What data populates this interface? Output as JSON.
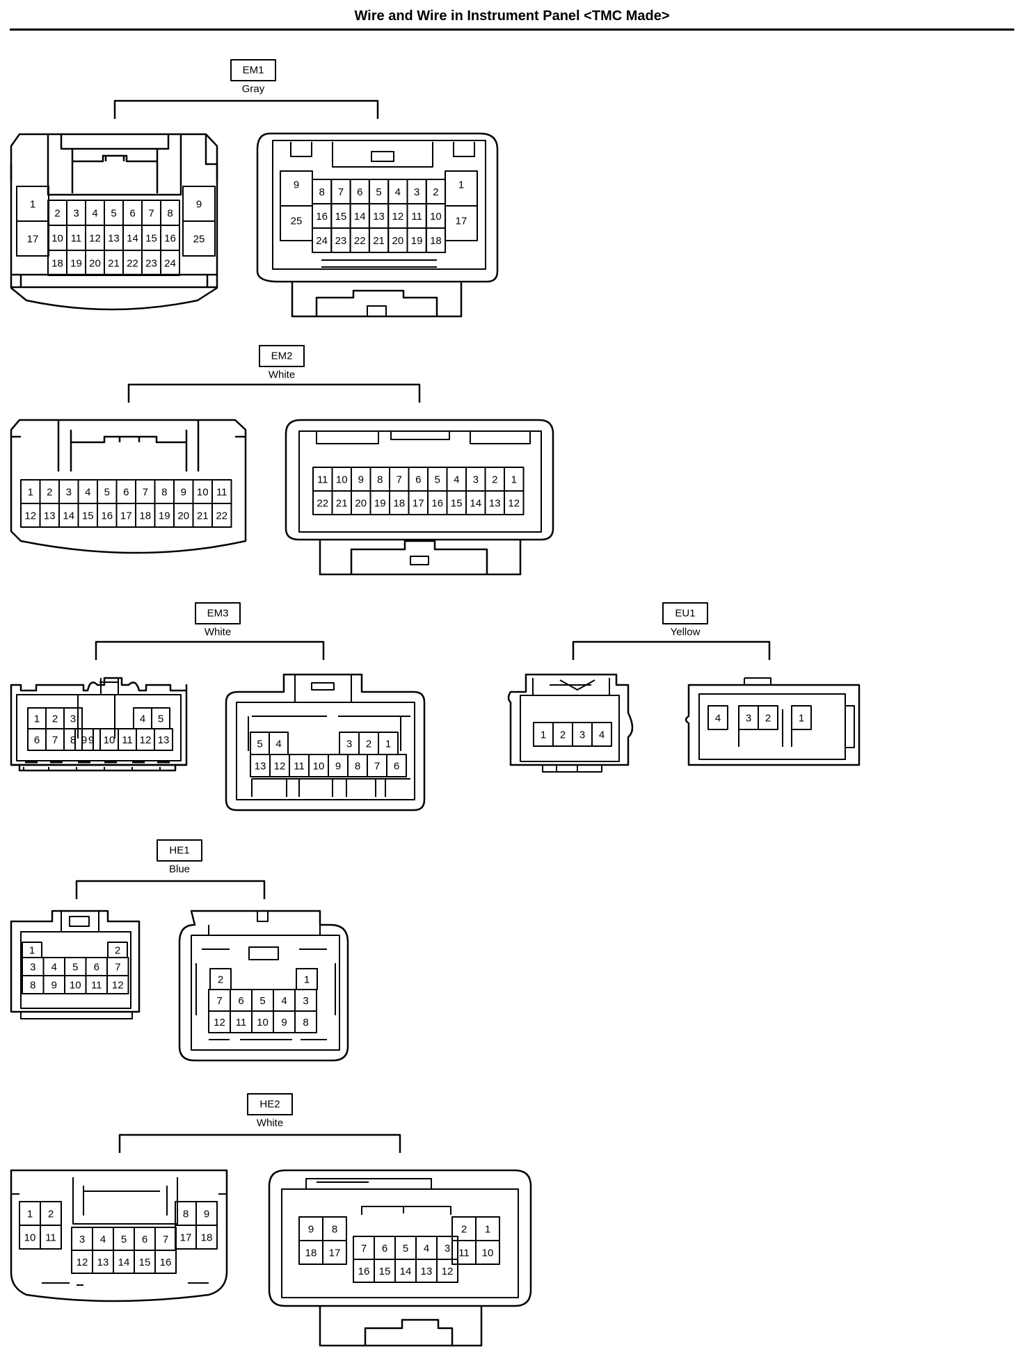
{
  "title": "Wire and Wire in Instrument Panel <TMC Made>",
  "connectors": [
    {
      "code": "EM1",
      "color": "Gray"
    },
    {
      "code": "EM2",
      "color": "White"
    },
    {
      "code": "EM3",
      "color": "White"
    },
    {
      "code": "EU1",
      "color": "Yellow"
    },
    {
      "code": "HE1",
      "color": "Blue"
    },
    {
      "code": "HE2",
      "color": "White"
    }
  ],
  "pins": {
    "em1_left": {
      "big": [
        [
          "1",
          "17"
        ],
        [
          "9",
          "25"
        ]
      ],
      "rows": [
        [
          "2",
          "3",
          "4",
          "5",
          "6",
          "7",
          "8"
        ],
        [
          "10",
          "11",
          "12",
          "13",
          "14",
          "15",
          "16"
        ],
        [
          "18",
          "19",
          "20",
          "21",
          "22",
          "23",
          "24"
        ]
      ]
    },
    "em1_right": {
      "big": [
        [
          "9",
          "25"
        ],
        [
          "1",
          "17"
        ]
      ],
      "rows": [
        [
          "8",
          "7",
          "6",
          "5",
          "4",
          "3",
          "2"
        ],
        [
          "16",
          "15",
          "14",
          "13",
          "12",
          "11",
          "10"
        ],
        [
          "24",
          "23",
          "22",
          "21",
          "20",
          "19",
          "18"
        ]
      ]
    },
    "em2_left": {
      "rows": [
        [
          "1",
          "2",
          "3",
          "4",
          "5",
          "6",
          "7",
          "8",
          "9",
          "10",
          "11"
        ],
        [
          "12",
          "13",
          "14",
          "15",
          "16",
          "17",
          "18",
          "19",
          "20",
          "21",
          "22"
        ]
      ]
    },
    "em2_right": {
      "rows": [
        [
          "11",
          "10",
          "9",
          "8",
          "7",
          "6",
          "5",
          "4",
          "3",
          "2",
          "1"
        ],
        [
          "22",
          "21",
          "20",
          "19",
          "18",
          "17",
          "16",
          "15",
          "14",
          "13",
          "12"
        ]
      ]
    },
    "em3_left": {
      "top_left": [
        "1",
        "2",
        "3"
      ],
      "top_right": [
        "4",
        "5"
      ],
      "bottom": [
        "6",
        "7",
        "8",
        "9",
        "10",
        "11",
        "12",
        "13"
      ]
    },
    "em3_right": {
      "top_left": [
        "5",
        "4"
      ],
      "top_right": [
        "3",
        "2",
        "1"
      ],
      "bottom": [
        "13",
        "12",
        "11",
        "10",
        "9",
        "8",
        "7",
        "6"
      ]
    },
    "eu1_left": [
      "1",
      "2",
      "3",
      "4"
    ],
    "eu1_right": [
      "4",
      "3",
      "2",
      "1"
    ],
    "he1_left": {
      "top": [
        "1",
        "2"
      ],
      "rows": [
        [
          "3",
          "4",
          "5",
          "6",
          "7"
        ],
        [
          "8",
          "9",
          "10",
          "11",
          "12"
        ]
      ]
    },
    "he1_right": {
      "top": [
        "2",
        "1"
      ],
      "rows": [
        [
          "7",
          "6",
          "5",
          "4",
          "3"
        ],
        [
          "12",
          "11",
          "10",
          "9",
          "8"
        ]
      ]
    },
    "he2_left": {
      "sides": [
        [
          "1",
          "2",
          "10",
          "11"
        ],
        [
          "8",
          "9",
          "17",
          "18"
        ]
      ],
      "mid_top": [
        "3",
        "4",
        "5",
        "6",
        "7"
      ],
      "mid_bottom": [
        "12",
        "13",
        "14",
        "15",
        "16"
      ]
    },
    "he2_right": {
      "sides": [
        [
          "9",
          "8",
          "18",
          "17"
        ],
        [
          "2",
          "1",
          "11",
          "10"
        ]
      ],
      "mid_top": [
        "7",
        "6",
        "5",
        "4",
        "3"
      ],
      "mid_bottom": [
        "16",
        "15",
        "14",
        "13",
        "12"
      ]
    }
  }
}
